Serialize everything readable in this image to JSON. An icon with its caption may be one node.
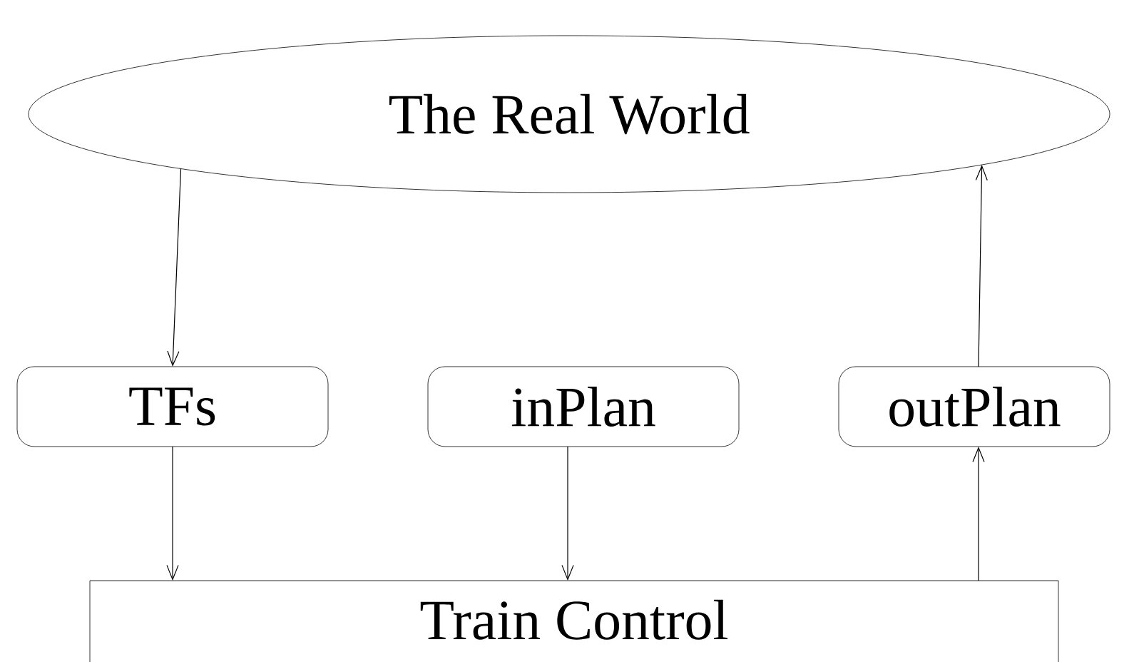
{
  "diagram": {
    "nodes": [
      {
        "text": [
          "The Real World"
        ]
      },
      {
        "text": [
          "TFs"
        ]
      },
      {
        "text": [
          "inPlan"
        ]
      },
      {
        "text": [
          "outPlan"
        ]
      },
      {
        "text": [
          "Train Control"
        ]
      }
    ],
    "edges": [
      {
        "from": 0,
        "to": 1,
        "arrow": "to"
      },
      {
        "from": 1,
        "to": 4,
        "arrow": "to"
      },
      {
        "from": 2,
        "to": 4,
        "arrow": "to"
      },
      {
        "from": 4,
        "to": 3,
        "arrow": "to"
      },
      {
        "from": 3,
        "to": 0,
        "arrow": "to"
      }
    ]
  }
}
